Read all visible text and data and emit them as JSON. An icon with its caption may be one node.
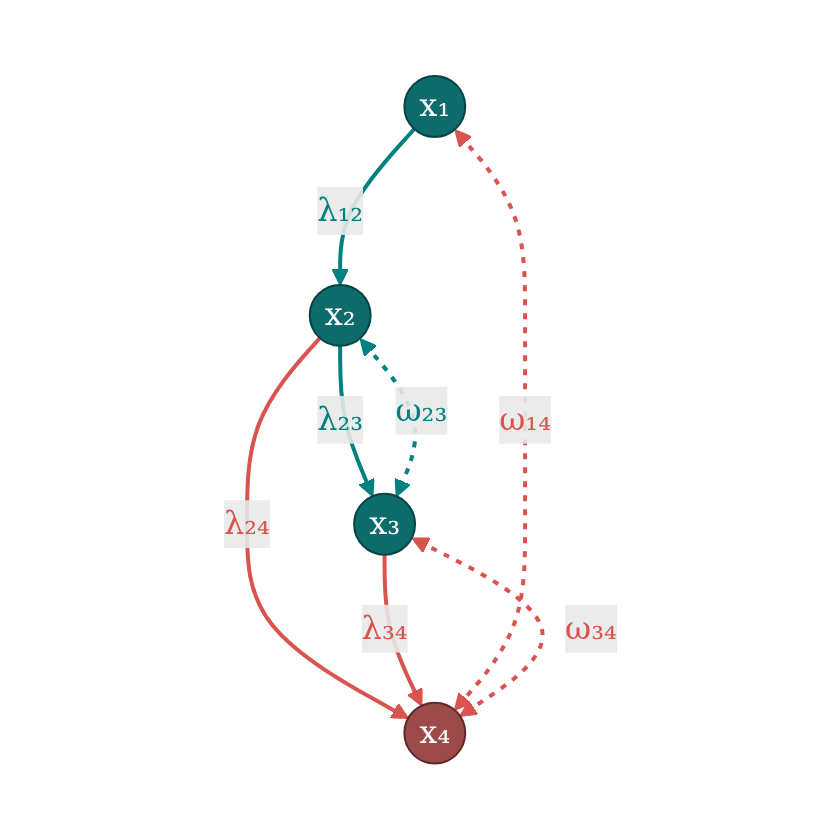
{
  "diagram": {
    "nodes": [
      {
        "text": [
          "x₁"
        ]
      },
      {
        "text": [
          "x₂"
        ]
      },
      {
        "text": [
          "x₃"
        ]
      },
      {
        "text": [
          "x₄"
        ]
      }
    ],
    "edges": [
      {
        "from": 0,
        "to": 1,
        "arrow": "to",
        "label": "λ₁₂",
        "color": "#00807f"
      },
      {
        "from": 1,
        "to": 2,
        "arrow": "to",
        "label": "λ₂₃",
        "color": "#00807f"
      },
      {
        "from": 1,
        "to": 3,
        "arrow": "to",
        "label": "λ₂₄",
        "color": "#d9534f"
      },
      {
        "from": 2,
        "to": 3,
        "arrow": "to",
        "label": "λ₃₄",
        "color": "#d9534f"
      },
      {
        "from": 1,
        "to": 2,
        "arrow": "both",
        "label": "ω₂₃",
        "style": "dashed",
        "color": "#00807f"
      },
      {
        "from": 0,
        "to": 3,
        "arrow": "both",
        "label": "ω₁₄",
        "style": "dashed",
        "color": "#d9534f"
      },
      {
        "from": 2,
        "to": 3,
        "arrow": "both",
        "label": "ω₃₄",
        "style": "dashed",
        "color": "#d9534f"
      }
    ]
  }
}
